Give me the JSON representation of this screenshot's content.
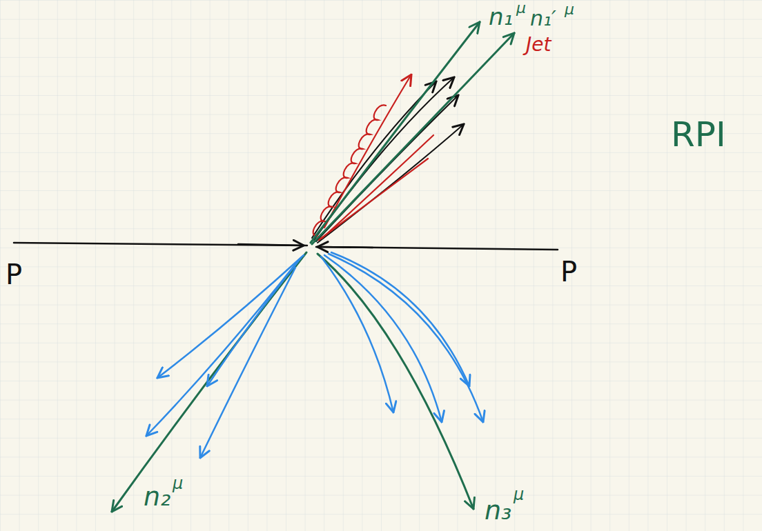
{
  "diagram": {
    "labels": [
      "n₁",
      "μ",
      "n₁′",
      "μ",
      "Jet",
      "RPI",
      "P",
      "P",
      "n₂",
      "μ",
      "n₃",
      "μ"
    ]
  }
}
